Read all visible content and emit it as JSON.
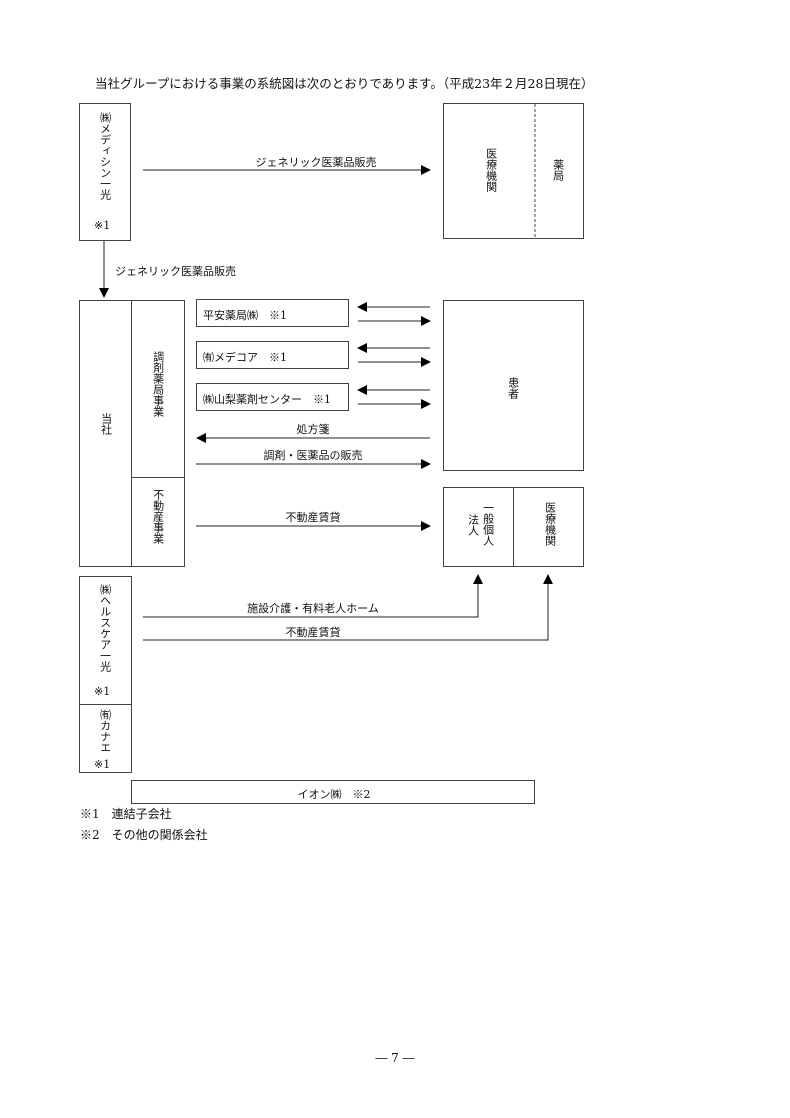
{
  "title": "当社グループにおける事業の系統図は次のとおりであります。（平成23年２月28日現在）",
  "medicine_ikko": {
    "name": "㈱メディシン一光",
    "note": "※1"
  },
  "generic_sales_right": "ジェネリック医薬品販売",
  "generic_sales_down": "ジェネリック医薬品販売",
  "medical_pharmacy_box": {
    "left": "医療機関",
    "right": "薬局"
  },
  "company": {
    "name": "当社",
    "segment1": "調剤薬局事業",
    "segment2": "不動産事業"
  },
  "subsidiaries": [
    {
      "label": "平安薬局㈱　※1"
    },
    {
      "label": "㈲メデコア　※1"
    },
    {
      "label": "㈱山梨薬剤センター　※1"
    }
  ],
  "patients": "患者",
  "prescription": "処方箋",
  "dispensing_sales": "調剤・医薬品の販売",
  "real_estate_lease_1": "不動産賃貸",
  "tenants_box": {
    "left_col1": "一般個人",
    "left_col2": "法人",
    "right": "医療機関"
  },
  "healthcare_ikko": {
    "name": "㈱ヘルスケア一光",
    "note": "※1"
  },
  "kanae": {
    "name": "㈲カナエ",
    "note": "※1"
  },
  "nursing_home": "施設介護・有料老人ホーム",
  "real_estate_lease_2": "不動産賃貸",
  "aeon": "イオン㈱　※2",
  "footnotes": [
    "※1　連結子会社",
    "※2　その他の関係会社"
  ],
  "page_number": "― 7 ―"
}
